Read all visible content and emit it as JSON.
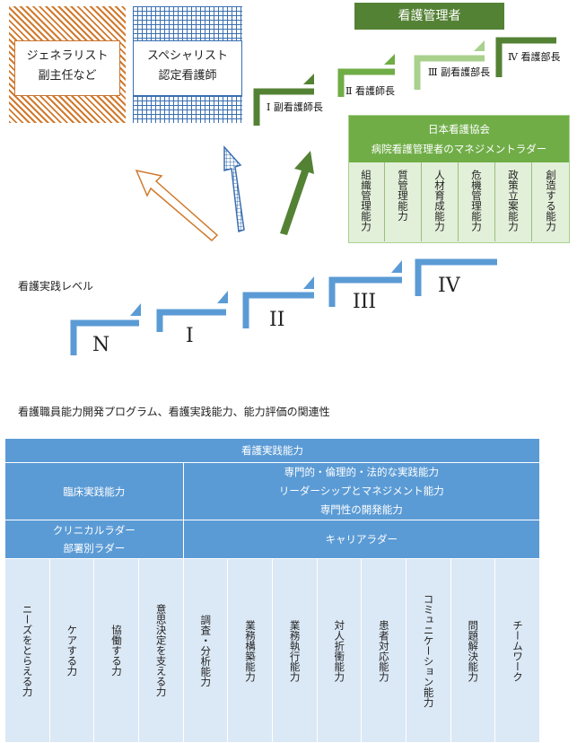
{
  "top": {
    "generalist": {
      "line1": "ジェネラリスト",
      "line2": "副主任など"
    },
    "specialist": {
      "line1": "スペシャリスト",
      "line2": "認定看護師"
    },
    "manager_title": "看護管理者",
    "manager_steps": [
      "Ⅰ 副看護師長",
      "Ⅱ 看護師長",
      "Ⅲ 副看護部長",
      "Ⅳ 看護部長"
    ],
    "jna": {
      "line1": "日本看護協会",
      "line2": "病院看護管理者のマネジメントラダー",
      "items": [
        "組織管理能力",
        "質管理能力",
        "人材育成能力",
        "危機管理能力",
        "政策立案能力",
        "創造する能力"
      ]
    },
    "practice_level_label": "看護実践レベル",
    "levels": [
      "N",
      "I",
      "II",
      "III",
      "IV"
    ]
  },
  "caption": "看護職員能力開発プログラム、看護実践能力、能力評価の関連性",
  "matrix": {
    "header": "看護実践能力",
    "clinical": "臨床実践能力",
    "professional": [
      "専門的・倫理的・法的な実践能力",
      "リーダーシップとマネジメント能力",
      "専門性の開発能力"
    ],
    "clinical_ladder": [
      "クリニカルラダー",
      "部署別ラダー"
    ],
    "career_ladder": "キャリアラダー",
    "items": [
      "ニーズをとらえる力",
      "ケアする力",
      "協働する力",
      "意思決定を支える力",
      "調査・分析能力",
      "業務構築能力",
      "業務執行能力",
      "対人折衝能力",
      "患者対応能力",
      "コミュニケーション能力",
      "問題解決能力",
      "チームワーク"
    ]
  },
  "colors": {
    "orange": "#d07a2e",
    "blue": "#5b9bd5",
    "dark_green": "#548235",
    "green": "#70ad47",
    "light_green": "#e2efd9"
  }
}
